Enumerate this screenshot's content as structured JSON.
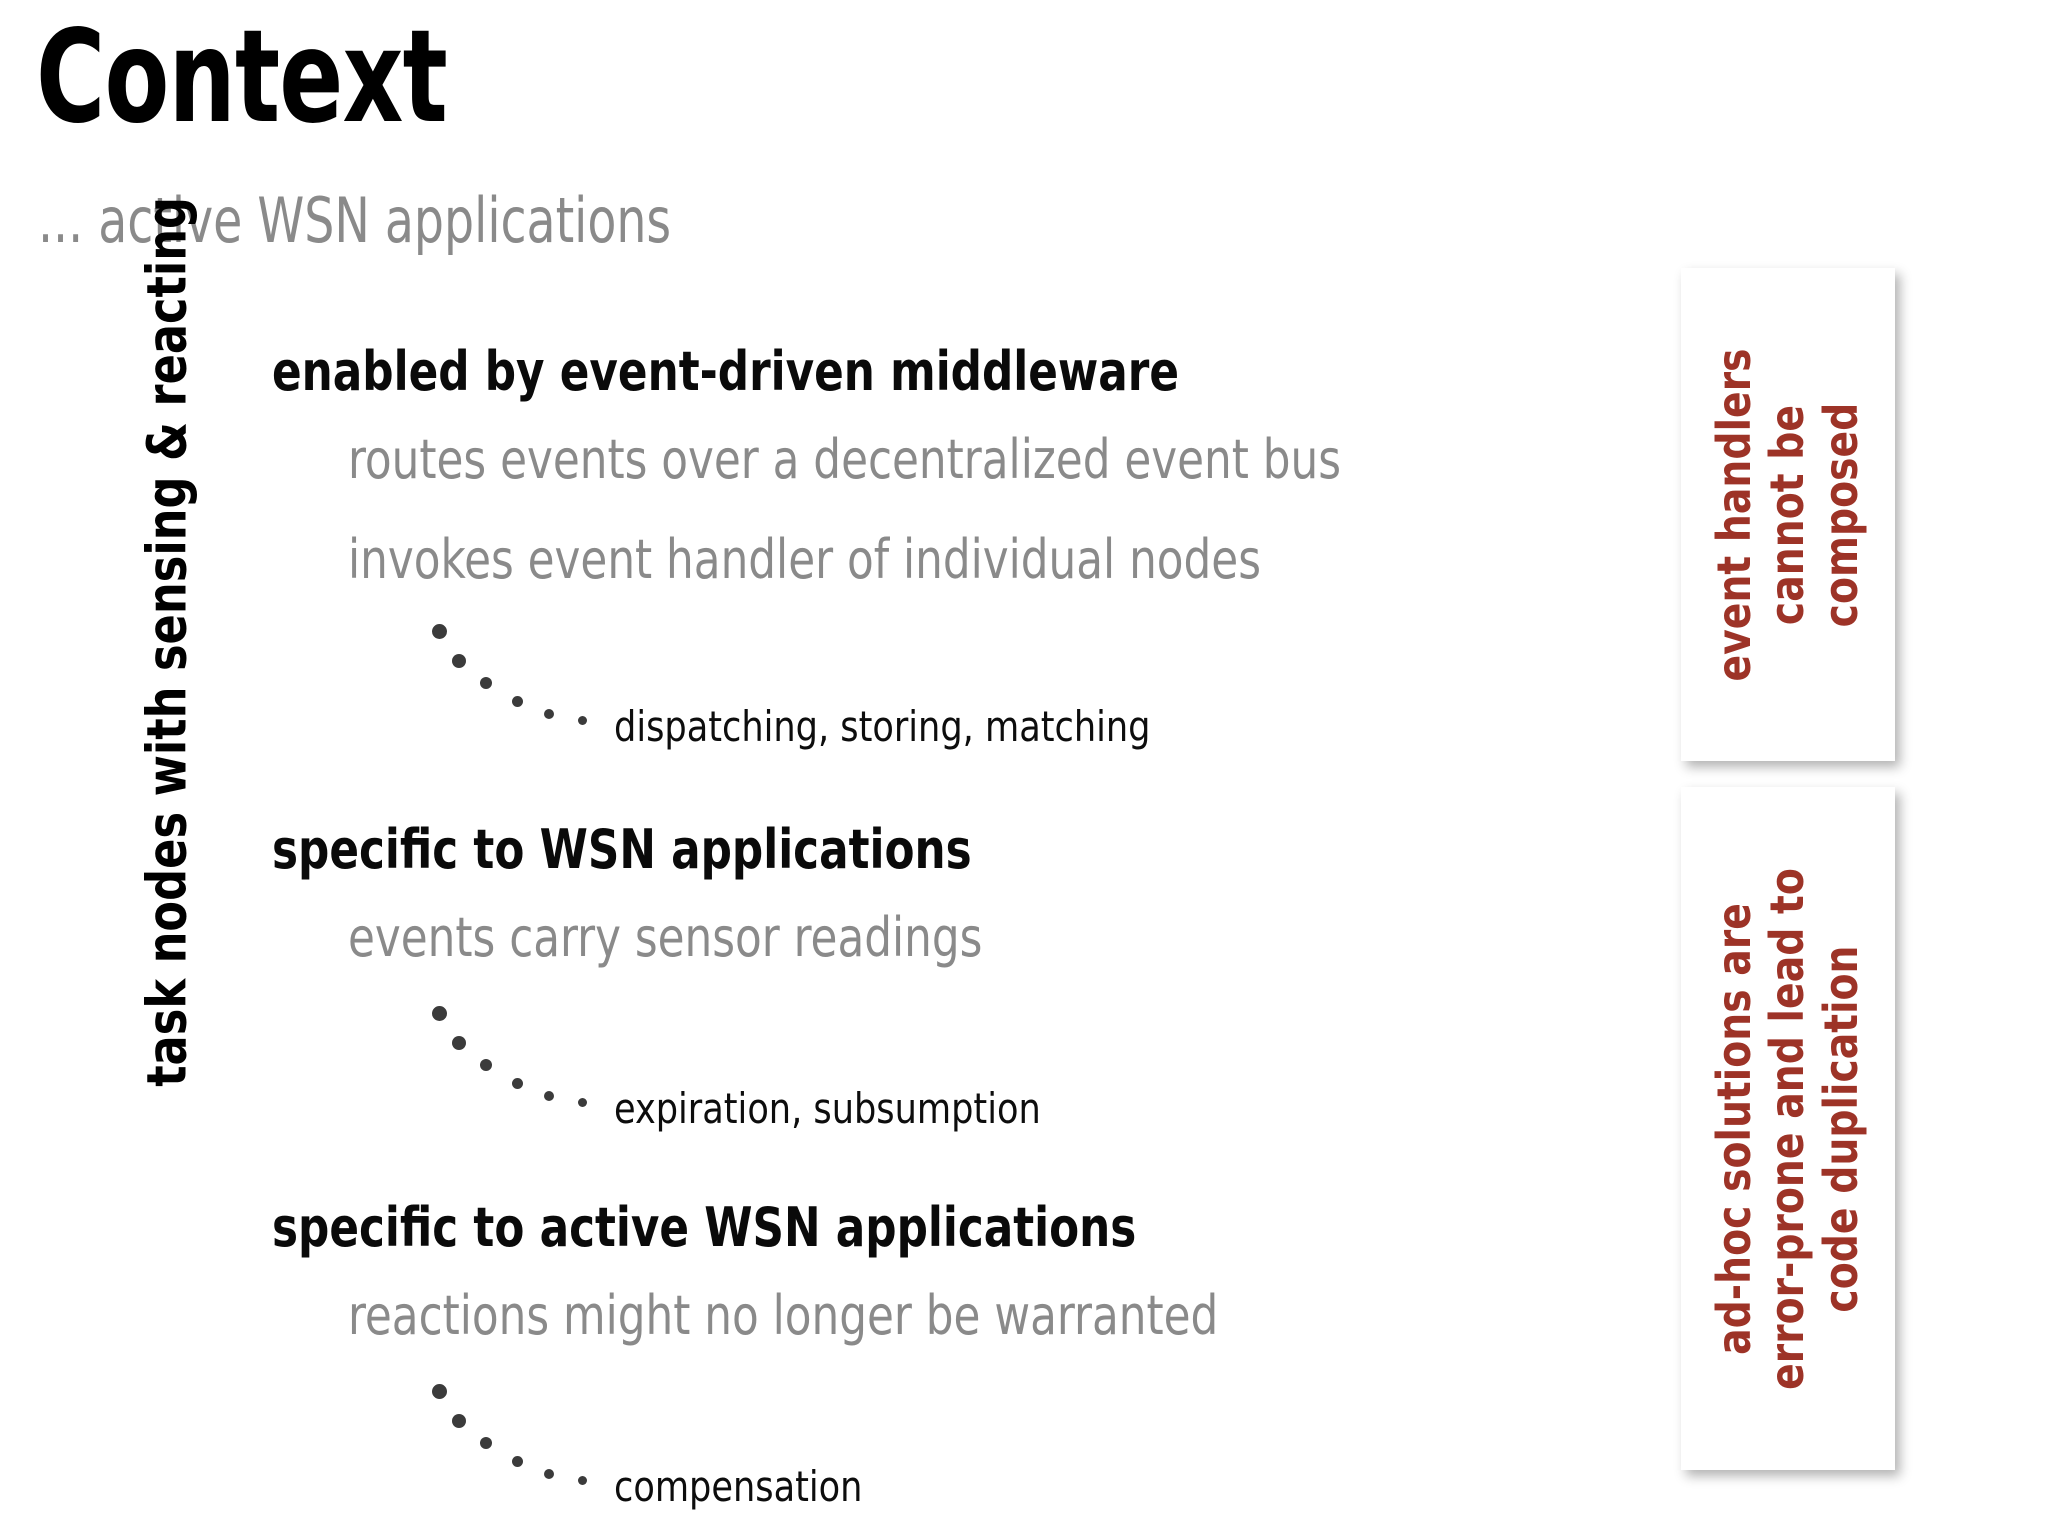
{
  "slide": {
    "title": "Context",
    "subtitle": "... active WSN applications",
    "side_label": "task nodes with sensing & reacting",
    "background_color": "#ffffff",
    "heading_color": "#000000",
    "muted_color": "#8a8a8a",
    "accent_color": "#9d3327",
    "dot_color": "#3b3b3b"
  },
  "sections": [
    {
      "heading": "enabled by event-driven middleware",
      "sublines": [
        "routes events over a decentralized event bus",
        "invokes event handler of individual nodes"
      ],
      "leaf": "dispatching, storing, matching"
    },
    {
      "heading": "specific to WSN applications",
      "sublines": [
        "events carry sensor readings"
      ],
      "leaf": "expiration, subsumption"
    },
    {
      "heading": "specific to active WSN applications",
      "sublines": [
        "reactions might no longer be warranted"
      ],
      "leaf": "compensation"
    }
  ],
  "callouts": [
    {
      "lines": [
        "event handlers",
        "cannot be",
        "composed"
      ]
    },
    {
      "lines": [
        "ad-hoc solutions are",
        "error-prone and lead to",
        "code duplication"
      ]
    }
  ]
}
